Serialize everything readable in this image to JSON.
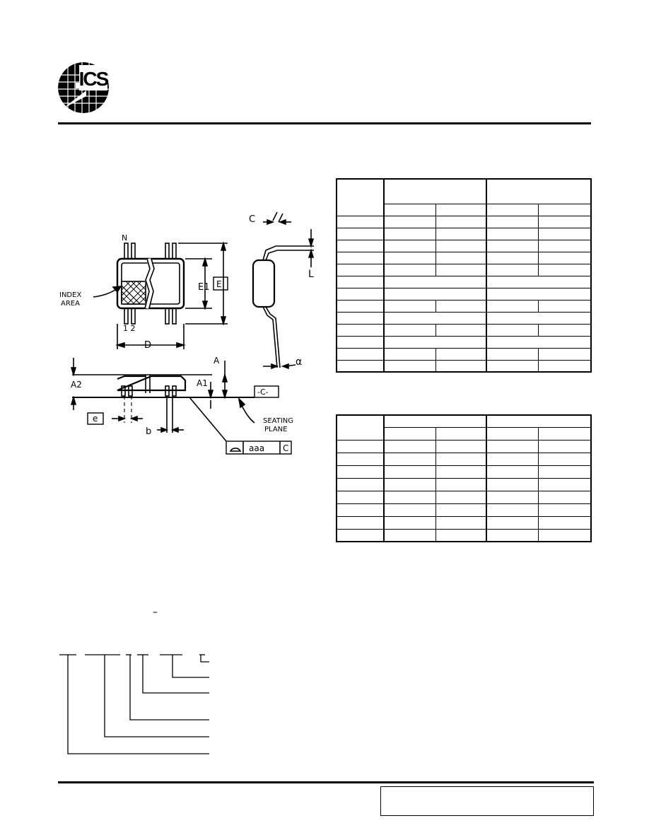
{
  "logo": {
    "text": "ICS"
  },
  "drawing": {
    "labels": {
      "c": "C",
      "n": "N",
      "index_area_1": "INDEX",
      "index_area_2": "AREA",
      "e1": "E1",
      "e": "E",
      "l": "L",
      "pins": "1 2",
      "d": "D",
      "alpha": "α",
      "a": "A",
      "a2": "A2",
      "a1": "A1",
      "datum_c": "-C-",
      "seating_1": "SEATING",
      "seating_2": "PLANE",
      "pitch_e": "e",
      "b": "b",
      "aaa": "aaa",
      "fcf_c": "C"
    }
  },
  "order_diagram": {
    "dash": "–"
  },
  "colors": {
    "ink": "#000000",
    "paper": "#ffffff"
  }
}
